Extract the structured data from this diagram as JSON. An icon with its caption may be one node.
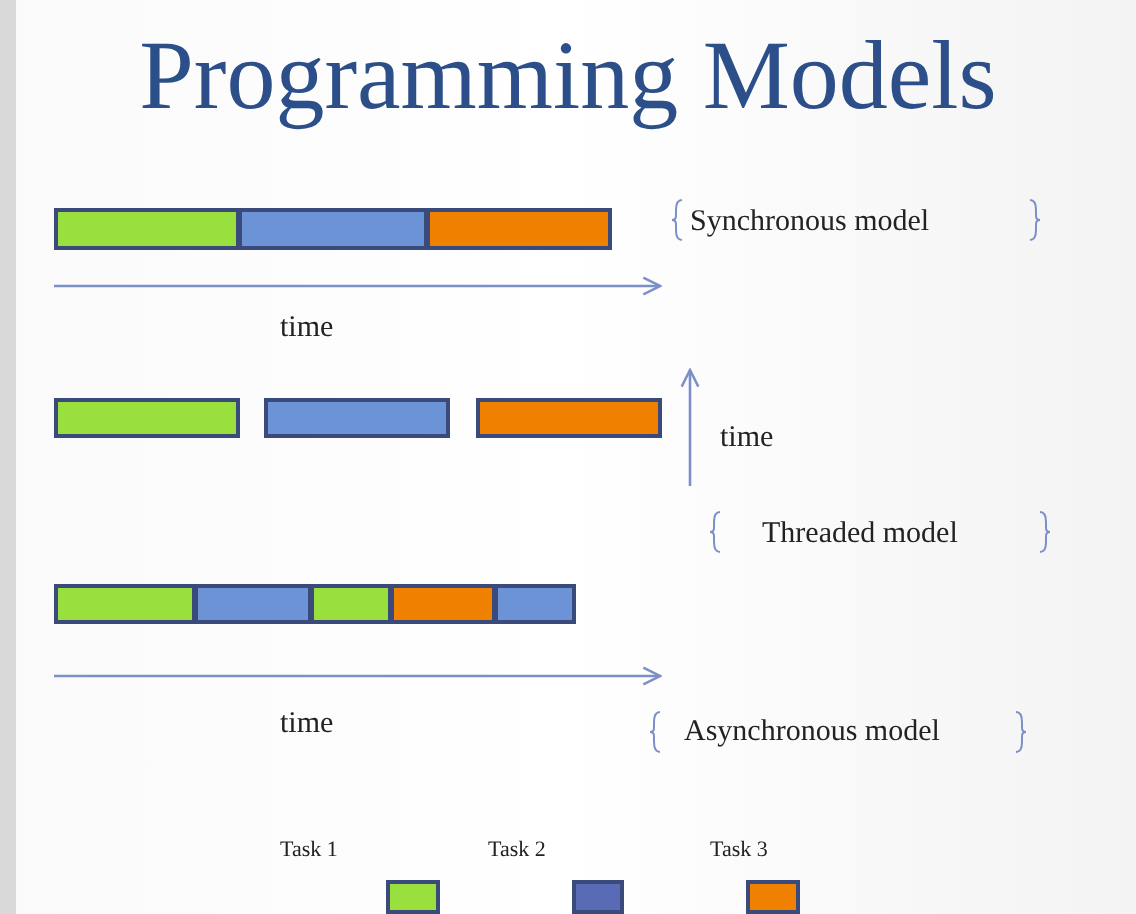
{
  "diagram": {
    "title": "Programming Models",
    "nodes": [
      {
        "text": [],
        "shape": "bar"
      },
      {
        "text": [],
        "shape": "bar"
      },
      {
        "text": [],
        "shape": "bar"
      },
      {
        "text": [],
        "shape": "bar"
      },
      {
        "text": [],
        "shape": "bar"
      },
      {
        "text": [],
        "shape": "bar"
      },
      {
        "text": [],
        "shape": "bar"
      },
      {
        "text": [],
        "shape": "bar"
      },
      {
        "text": [],
        "shape": "bar"
      },
      {
        "text": [],
        "shape": "bar"
      },
      {
        "text": [],
        "shape": "bar"
      }
    ],
    "labels": [
      "Synchronous model",
      "time",
      "time",
      "Threaded model",
      "time",
      "Asynchronous model"
    ],
    "legend": [
      {
        "text": "Task 1",
        "color": "#99e03f"
      },
      {
        "text": "Task 2",
        "color": "#5a6bb5"
      },
      {
        "text": "Task 3",
        "color": "#f08000"
      }
    ]
  }
}
